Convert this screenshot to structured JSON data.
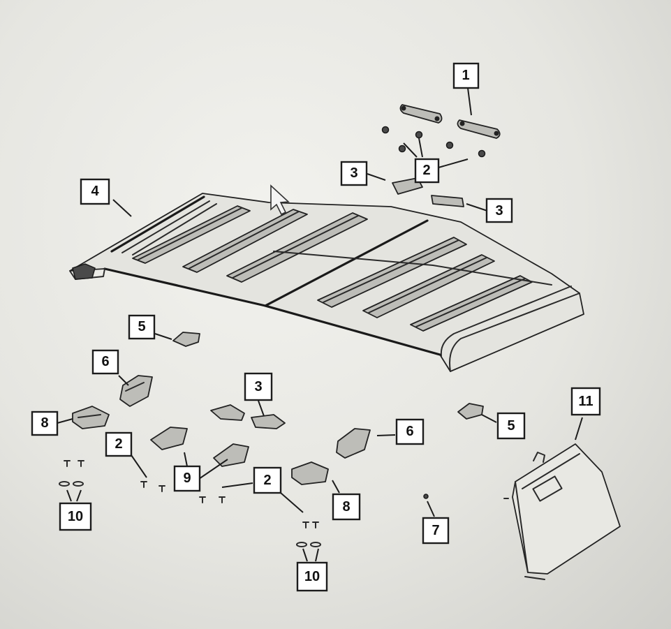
{
  "callouts": {
    "c1": "1",
    "c2a": "2",
    "c3a": "3",
    "c3b": "3",
    "c4": "4",
    "c5a": "5",
    "c6a": "6",
    "c8a": "8",
    "c2b": "2",
    "c10a": "10",
    "c3c": "3",
    "c9": "9",
    "c2c": "2",
    "c6b": "6",
    "c8b": "8",
    "c10b": "10",
    "c5b": "5",
    "c11": "11",
    "c7": "7"
  },
  "colors": {
    "ink": "#1c1c1c",
    "paper": "#ececE8",
    "part_fill": "#bdbdb8"
  },
  "icons": {
    "cursor": "mouse-pointer-icon"
  }
}
